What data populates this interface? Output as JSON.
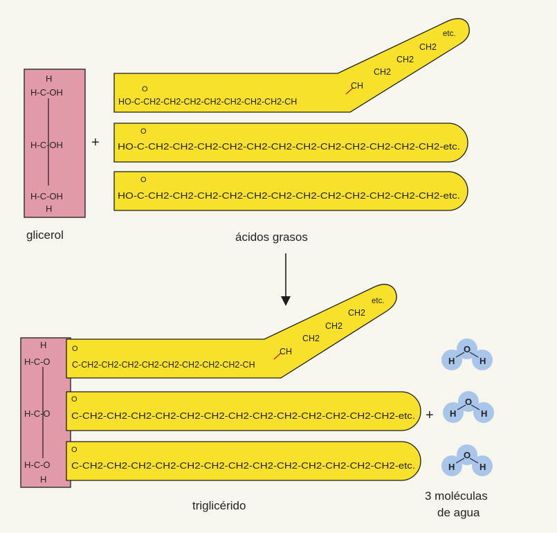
{
  "colors": {
    "background": "#f6f5ee",
    "glycerol_fill": "#e29aa8",
    "fatty_acid_fill": "#f7e12a",
    "water_fill": "#a9c6ea",
    "outline": "#1c1c1c",
    "text": "#222222",
    "double_bond": "#d21b1b"
  },
  "icons": {
    "arrow": "arrow-down-icon",
    "water": "water-molecule-icon"
  },
  "glycerol": {
    "label": "glicerol",
    "atoms": [
      "H",
      "H-C-OH",
      "H-C-OH",
      "H-C-OH",
      "H"
    ]
  },
  "plus_sign": "+",
  "fatty_acids": {
    "label": "ácidos grasos",
    "chains": [
      {
        "text": "HO-C-CH2-CH2-CH2-CH2-CH2-CH2-CH2-CH",
        "carbonyl_o": "O",
        "unsaturated": true,
        "tail": [
          "CH",
          "CH2",
          "CH2",
          "CH2",
          "etc."
        ]
      },
      {
        "text": "HO-C-CH2-CH2-CH2-CH2-CH2-CH2-CH2-CH2-CH2-CH2-CH2-CH2-etc.",
        "carbonyl_o": "O",
        "unsaturated": false
      },
      {
        "text": "HO-C-CH2-CH2-CH2-CH2-CH2-CH2-CH2-CH2-CH2-CH2-CH2-CH2-etc.",
        "carbonyl_o": "O",
        "unsaturated": false
      }
    ]
  },
  "triglyceride": {
    "label": "triglicérido",
    "glycerol_atoms": [
      "H",
      "H-C-O",
      "H-C-O",
      "H-C-O",
      "H"
    ],
    "chains": [
      {
        "text": "C-CH2-CH2-CH2-CH2-CH2-CH2-CH2-CH2-CH",
        "carbonyl_o": "O",
        "unsaturated": true,
        "tail": [
          "CH",
          "CH2",
          "CH2",
          "CH2",
          "etc."
        ]
      },
      {
        "text": "C-CH2-CH2-CH2-CH2-CH2-CH2-CH2-CH2-CH2-CH2-CH2-CH2-CH2-etc.",
        "carbonyl_o": "O",
        "unsaturated": false
      },
      {
        "text": "C-CH2-CH2-CH2-CH2-CH2-CH2-CH2-CH2-CH2-CH2-CH2-CH2-CH2-etc.",
        "carbonyl_o": "O",
        "unsaturated": false
      }
    ]
  },
  "water": {
    "plus_sign": "+",
    "label_line1": "3 moléculas",
    "label_line2": "de agua",
    "molecule": {
      "o": "O",
      "h": "H"
    }
  }
}
